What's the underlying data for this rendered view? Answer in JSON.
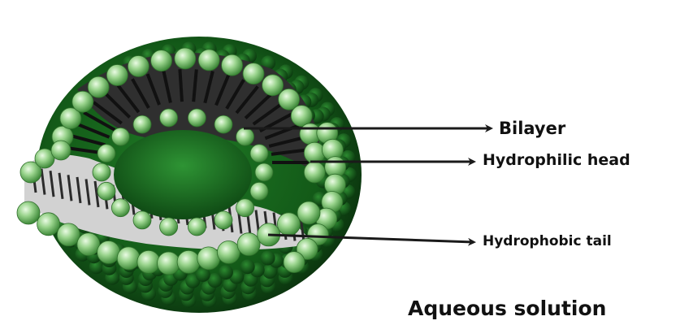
{
  "diagram": {
    "labels": {
      "bilayer": "Bilayer",
      "hydrophilic_head": "Hydrophilic head",
      "hydrophobic_tail": "Hydrophobic tail",
      "aqueous_solution": "Aqueous solution"
    },
    "colors": {
      "head_fill": "#9ad48d",
      "head_light": "#d8f5cf",
      "head_dark": "#4d9a47",
      "body_dark": "#0e3f12",
      "body_mid": "#1c6a22",
      "inner_core": "#1f7a25",
      "tail_dark_band": "#3a3a3a",
      "tail_light_band": "#cfcfcf",
      "arrow": "#1a1a1a",
      "text": "#111111"
    }
  }
}
